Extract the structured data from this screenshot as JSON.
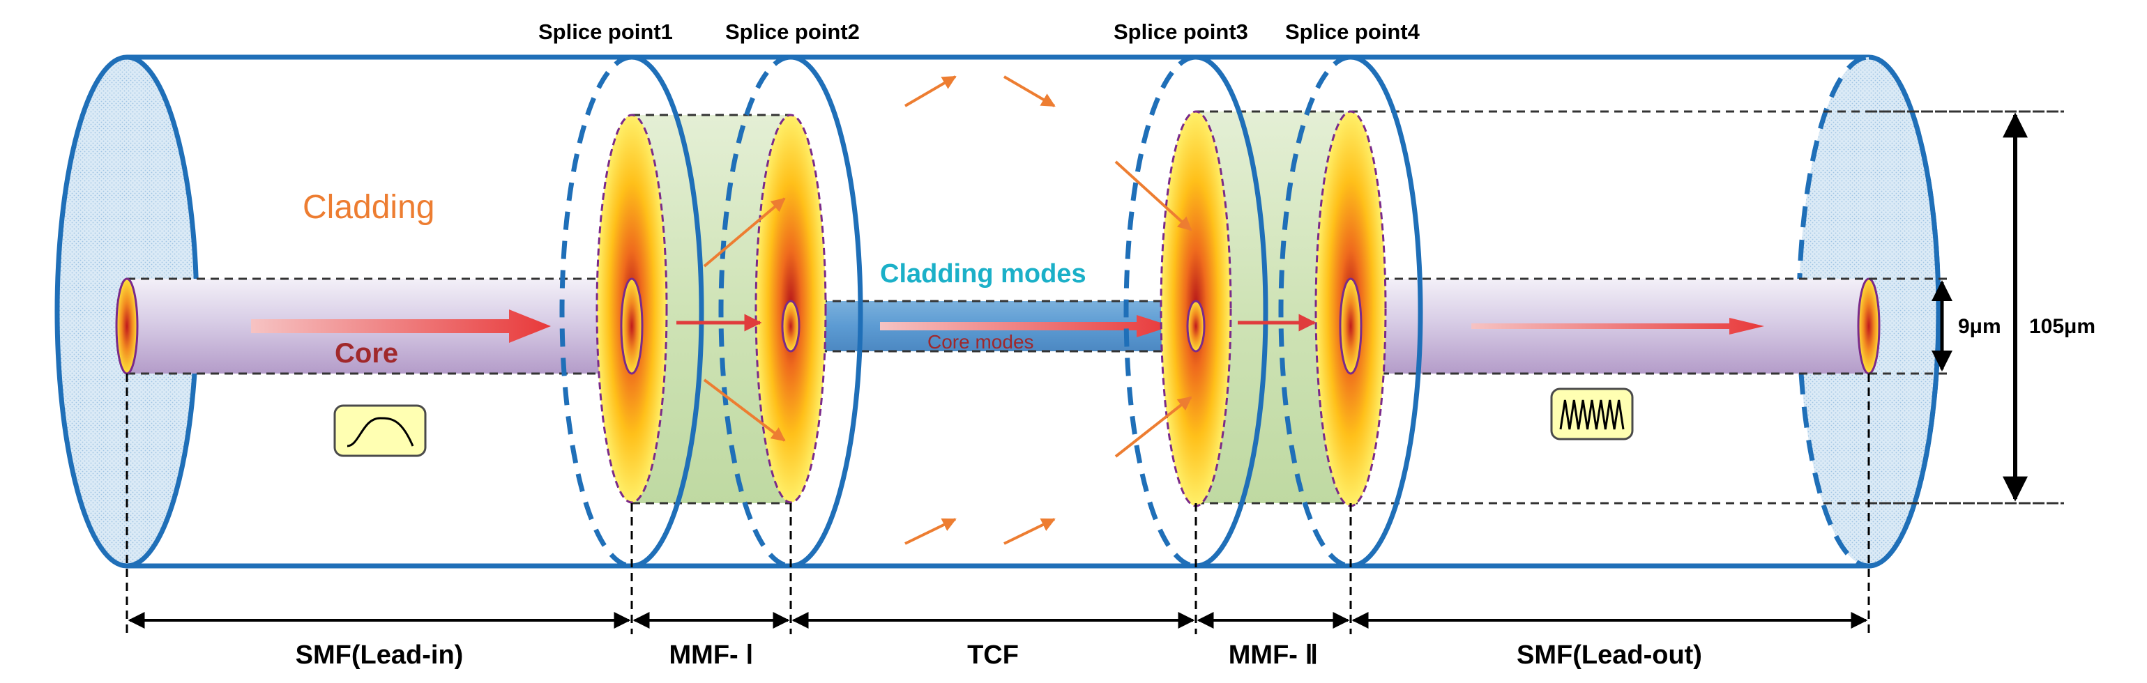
{
  "labels": {
    "splice1": "Splice point1",
    "splice2": "Splice point2",
    "splice3": "Splice point3",
    "splice4": "Splice point4",
    "cladding": "Cladding",
    "core": "Core",
    "cladding_modes": "Cladding modes",
    "core_modes": "Core modes",
    "core_diameter": "9μm",
    "cladding_diameter": "105μm"
  },
  "segments": [
    {
      "label": "SMF(Lead-in)"
    },
    {
      "label": "MMF- Ⅰ"
    },
    {
      "label": "TCF"
    },
    {
      "label": "MMF- Ⅱ"
    },
    {
      "label": "SMF(Lead-out)"
    }
  ],
  "colors": {
    "fiber_outline": "#1f6fb8",
    "cladding_text": "#ed7d31",
    "core_text": "#a0282b",
    "cladding_modes_text": "#1bb0c8",
    "arrow_orange": "#ed7d31",
    "arrow_red": "#e03c3c",
    "mmf_fill": "#cfe3b6"
  },
  "icons": {
    "input_spectrum": "smooth-spectrum-icon",
    "output_spectrum": "interference-spectrum-icon"
  }
}
